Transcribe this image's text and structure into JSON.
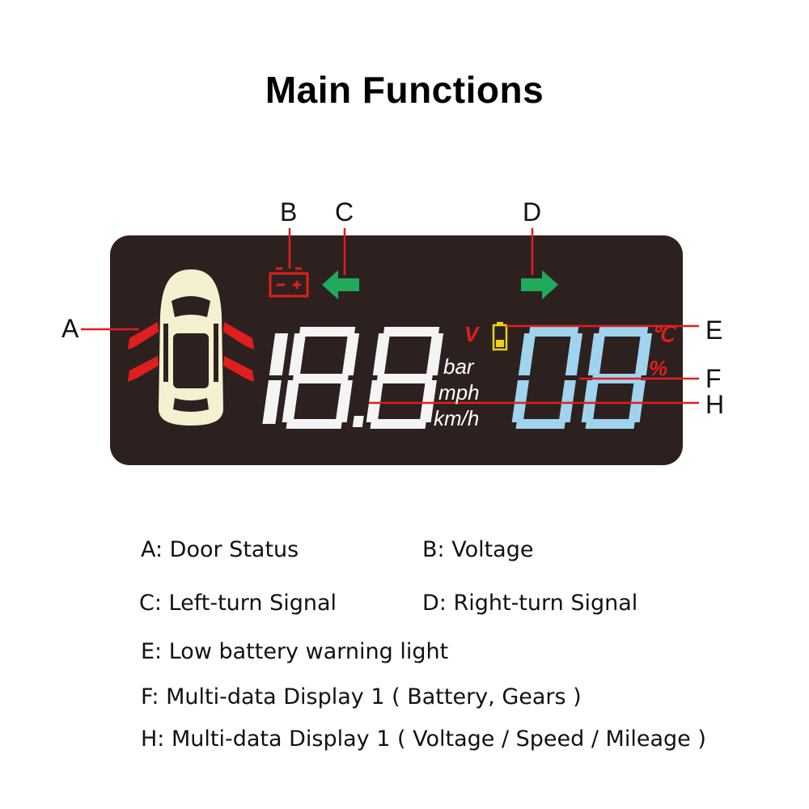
{
  "title": "Main Functions",
  "callouts": {
    "a": "A",
    "b": "B",
    "c": "C",
    "d": "D",
    "e": "E",
    "f": "F",
    "h": "H"
  },
  "display": {
    "main_digits": "18.8",
    "secondary_digits": "08",
    "units": {
      "bar": "bar",
      "mph": "mph",
      "kmh": "km/h",
      "volt": "V",
      "celsius": "℃",
      "percent": "%"
    }
  },
  "icons": {
    "car": "car-top-view-icon",
    "battery_warning": "battery-icon",
    "left_turn": "left-arrow-icon",
    "right_turn": "right-arrow-icon",
    "low_battery": "low-battery-icon"
  },
  "colors": {
    "panel": "#2d2120",
    "red": "#e01e1e",
    "green": "#1faa5c",
    "white_segment": "#f4f4f4",
    "blue_segment": "#9fd3ee",
    "yellow": "#e8d21a",
    "car": "#f5f0d0"
  },
  "legend": [
    "A: Door Status",
    "B: Voltage",
    "C: Left-turn Signal",
    "D: Right-turn Signal",
    "E:  Low battery warning light",
    "F:  Multi-data Display 1 ( Battery, Gears )",
    "H:  Multi-data Display 1 ( Voltage / Speed / Mileage )"
  ]
}
